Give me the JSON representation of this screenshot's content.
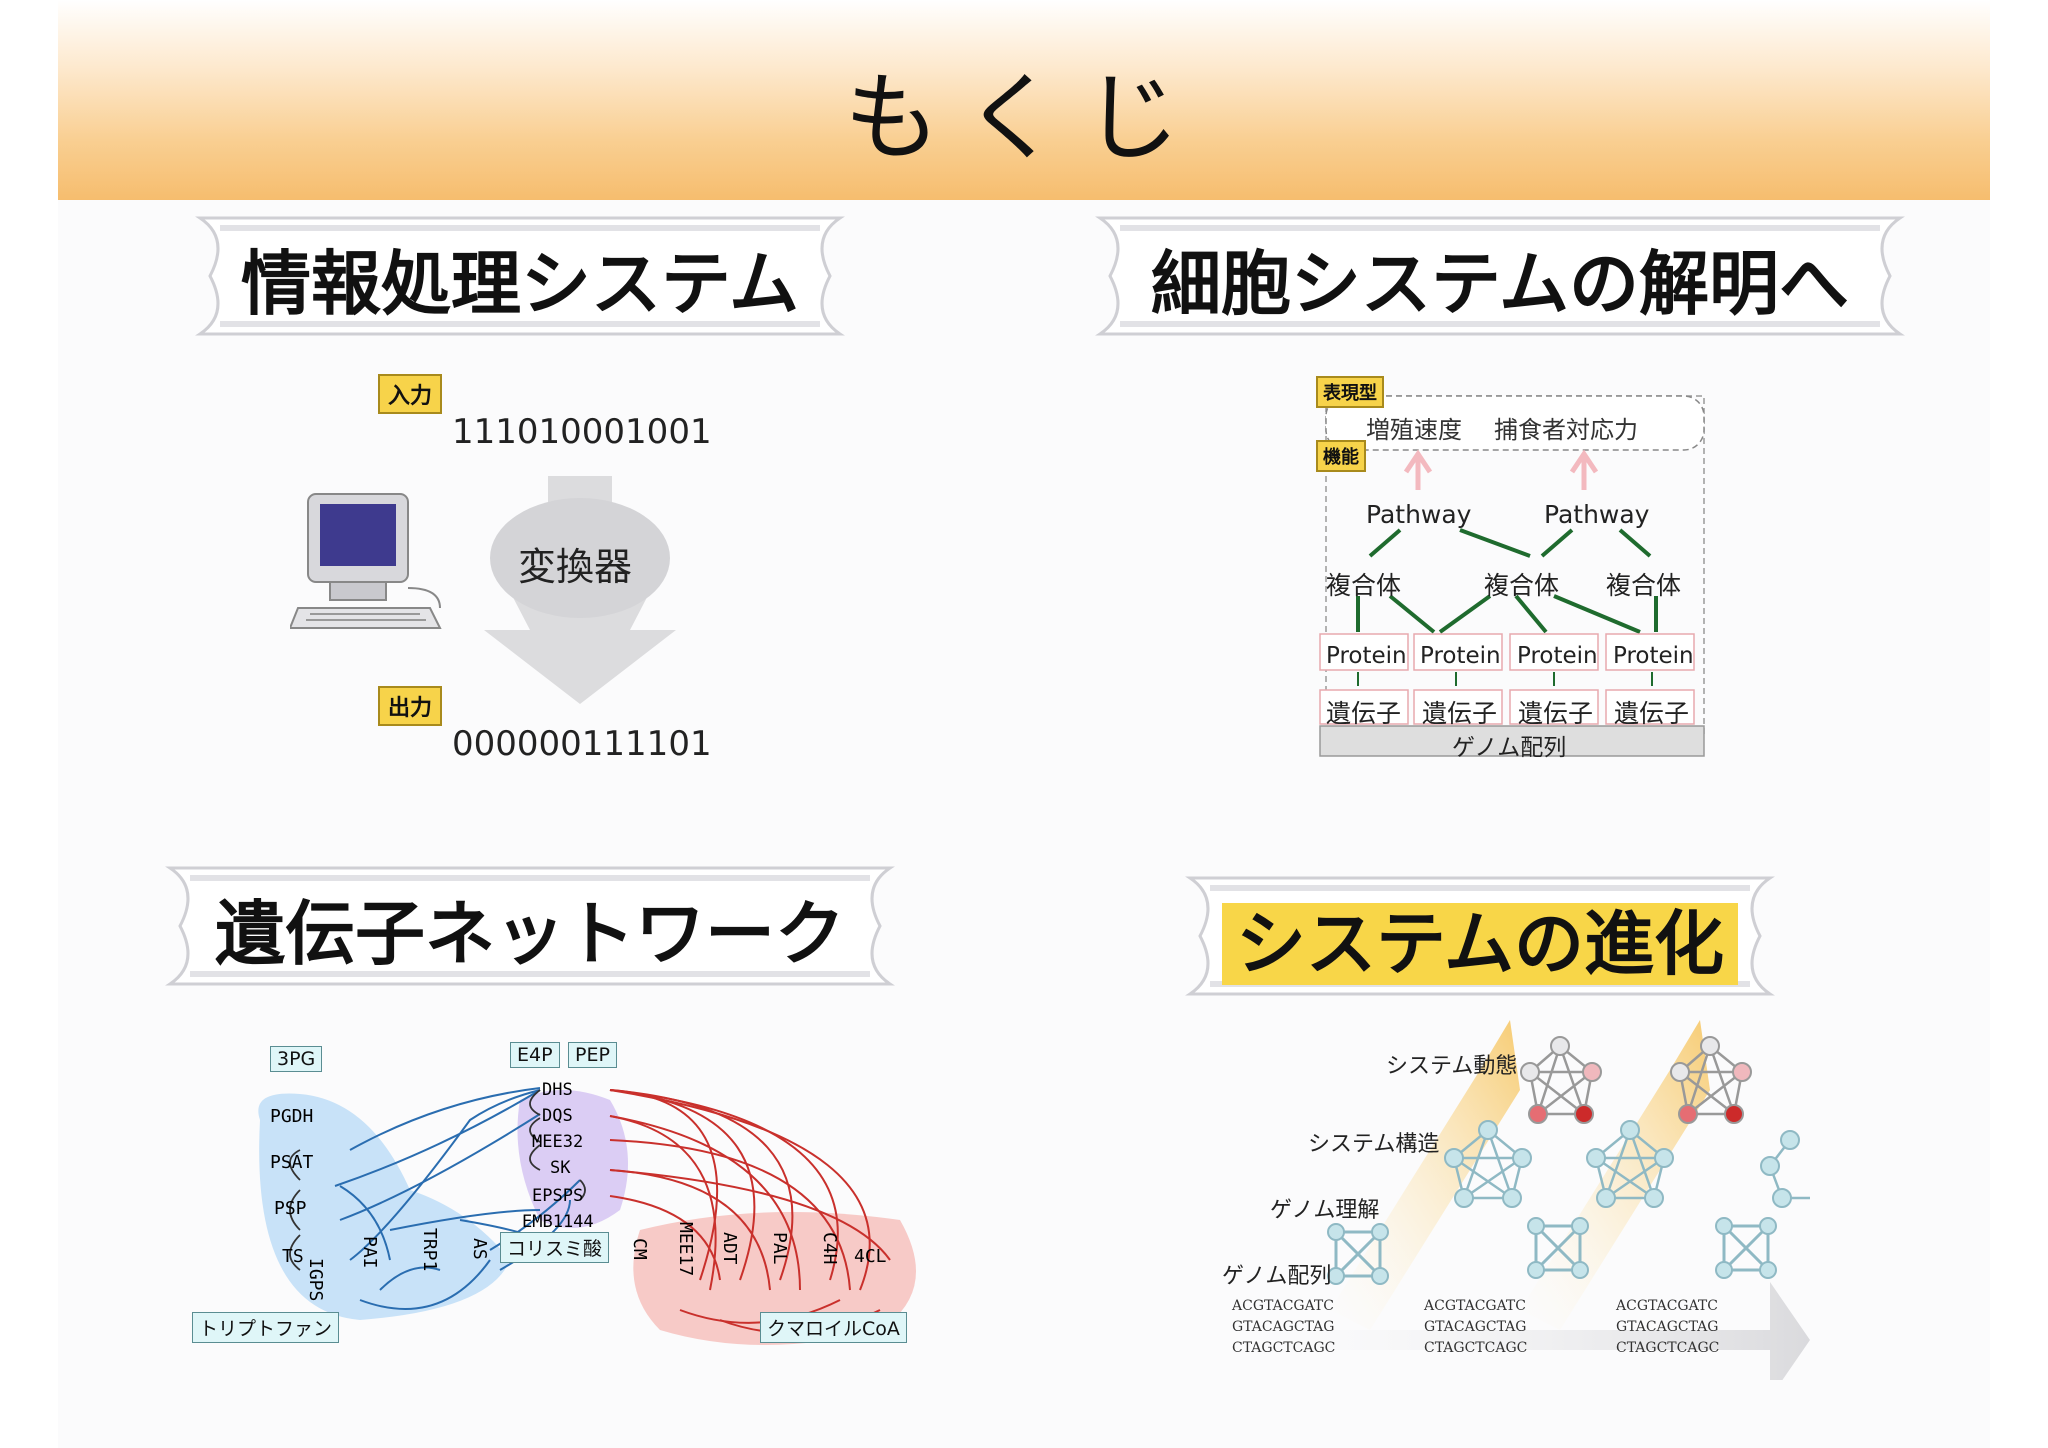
{
  "header": {
    "title": "もくじ"
  },
  "sections": {
    "s1": {
      "title": "情報処理システム"
    },
    "s2": {
      "title": "細胞システムの解明へ"
    },
    "s3": {
      "title": "遺伝子ネットワーク"
    },
    "s4": {
      "title": "システムの進化"
    }
  },
  "info": {
    "input_label": "入力",
    "input_value": "111010001001",
    "converter": "変換器",
    "output_label": "出力",
    "output_value": "000000111101"
  },
  "cell": {
    "phenotype_label": "表現型",
    "function_label": "機能",
    "phenotypes": [
      "増殖速度",
      "捕食者対応力"
    ],
    "pathways": [
      "Pathway",
      "Pathway"
    ],
    "complexes": [
      "複合体",
      "複合体",
      "複合体"
    ],
    "proteins": [
      "Protein",
      "Protein",
      "Protein",
      "Protein"
    ],
    "genes": [
      "遺伝子",
      "遺伝子",
      "遺伝子",
      "遺伝子"
    ],
    "genome": "ゲノム配列"
  },
  "network": {
    "boxes": {
      "pg3": "3PG",
      "e4p": "E4P",
      "pep": "PEP",
      "chorismate": "コリスミ酸",
      "tryptophan": "トリプトファン",
      "coumaroyl": "クマロイルCoA"
    },
    "left_nodes": [
      "PGDH",
      "PSAT",
      "PSP",
      "TS"
    ],
    "left_vertical": [
      "IGPS",
      "PAI",
      "TRP1",
      "AS"
    ],
    "center_nodes": [
      "DHS",
      "DQS",
      "MEE32",
      "SK",
      "EPSPS",
      "EMB1144"
    ],
    "right_vertical": [
      "CM",
      "MEE17",
      "ADT",
      "PAL",
      "C4H"
    ],
    "right_node": "4CL"
  },
  "evolution": {
    "labels": [
      "システム動態",
      "システム構造",
      "ゲノム理解",
      "ゲノム配列"
    ],
    "sequences": [
      [
        "ACGTACGATC",
        "GTACAGCTAG",
        "CTAGCTCAGC"
      ],
      [
        "ACGTACGATC",
        "GTACAGCTAG",
        "CTAGCTCAGC"
      ],
      [
        "ACGTACGATC",
        "GTACAGCTAG",
        "CTAGCTCAGC"
      ]
    ]
  },
  "colors": {
    "accent_orange": "#f6bd6e",
    "highlight_yellow": "#f8d648",
    "arrow_green": "#1f6b2e",
    "network_blue": "#2a6db0",
    "network_red": "#c9302c"
  }
}
